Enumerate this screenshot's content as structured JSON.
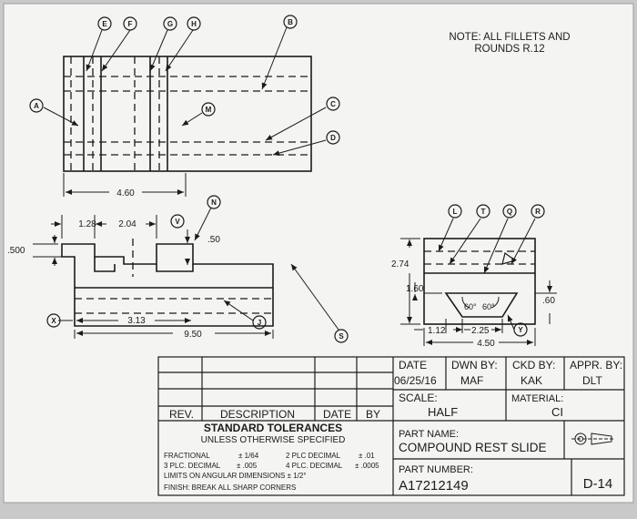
{
  "note": {
    "line1": "NOTE: ALL FILLETS AND",
    "line2": "ROUNDS R.12"
  },
  "callouts": {
    "E": "E",
    "F": "F",
    "G": "G",
    "H": "H",
    "B": "B",
    "A": "A",
    "M": "M",
    "C": "C",
    "D": "D",
    "N": "N",
    "V": "V",
    "X": "X",
    "J": "J",
    "S": "S",
    "L": "L",
    "T": "T",
    "Q": "Q",
    "R": "R",
    "Y": "Y"
  },
  "dimensions": {
    "d460": "4.60",
    "d128": "1.28",
    "d204": "2.04",
    "d050": ".50",
    "d0500": ".500",
    "d313": "3.13",
    "d950": "9.50",
    "d274": "2.74",
    "d160": "1.60",
    "d060": ".60",
    "a60a": "60°",
    "a60b": "60°",
    "d112": "1.12",
    "d225": "2.25",
    "d450": "4.50"
  },
  "title_block": {
    "date_label": "DATE",
    "date_value": "06/25/16",
    "dwn_label": "DWN BY:",
    "dwn_value": "MAF",
    "ckd_label": "CKD BY:",
    "ckd_value": "KAK",
    "appr_label": "APPR. BY:",
    "appr_value": "DLT",
    "scale_label": "SCALE:",
    "scale_value": "HALF",
    "material_label": "MATERIAL:",
    "material_value": "CI",
    "part_name_label": "PART NAME:",
    "part_name_value": "COMPOUND REST SLIDE",
    "part_number_label": "PART NUMBER:",
    "part_number_value": "A17212149",
    "sheet_no": "D-14",
    "rev_label": "REV.",
    "desc_label": "DESCRIPTION",
    "rev_date_label": "DATE",
    "by_label": "BY"
  },
  "tolerances": {
    "title": "STANDARD TOLERANCES",
    "subtitle": "UNLESS OTHERWISE SPECIFIED",
    "fractional_label": "FRACTIONAL",
    "fractional_value": "± 1/64",
    "two_plc_label": "2 PLC DECIMAL",
    "two_plc_value": "± .01",
    "three_plc_label": "3 PLC. DECIMAL",
    "three_plc_value": "± .005",
    "four_plc_label": "4 PLC. DECIMAL",
    "four_plc_value": "± .0005",
    "angular": "LIMITS ON ANGULAR DIMENSIONS ± 1/2°",
    "finish": "FINISH: BREAK ALL SHARP CORNERS"
  },
  "colors": {
    "paper": "#f4f4f2",
    "ink": "#1b1b1b",
    "background": "#c9c9c9"
  },
  "icons": [
    "projection-symbol-icon"
  ]
}
